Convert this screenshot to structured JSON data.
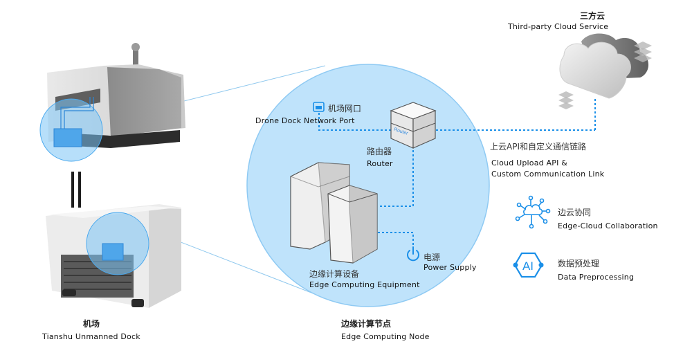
{
  "diagram": {
    "cloud_service": {
      "title_zh": "三方云",
      "title_en": "Third-party Cloud Service"
    },
    "dock": {
      "title_zh": "机场",
      "title_en": "Tianshu Unmanned Dock"
    },
    "edge_node": {
      "title_zh": "边缘计算节点",
      "title_en": "Edge Computing Node"
    },
    "network_port": {
      "label_zh": "机场网口",
      "label_en": "Drone Dock Network Port",
      "icon": "ethernet-port-icon"
    },
    "router": {
      "label_zh": "路由器",
      "label_en": "Router",
      "device_text": "Router"
    },
    "edge_equipment": {
      "label_zh": "边缘计算设备",
      "label_en": "Edge Computing Equipment"
    },
    "power": {
      "label_zh": "电源",
      "label_en": "Power Supply",
      "icon": "power-icon"
    },
    "cloud_link": {
      "label_zh": "上云API和自定义通信链路",
      "label_en_line1": "Cloud Upload API &",
      "label_en_line2": "Custom Communication Link"
    },
    "features": [
      {
        "label_zh": "边云协同",
        "label_en": "Edge-Cloud Collaboration",
        "icon": "edge-cloud-network-icon"
      },
      {
        "label_zh": "数据预处理",
        "label_en": "Data Preprocessing",
        "icon": "ai-hexagon-icon",
        "icon_text": "AI"
      }
    ],
    "colors": {
      "accent": "#1a8fe8",
      "circle_fill": "#bfe3fb",
      "circle_stroke": "#8fcaf3",
      "dock_highlight": "#7cc4f5"
    }
  }
}
